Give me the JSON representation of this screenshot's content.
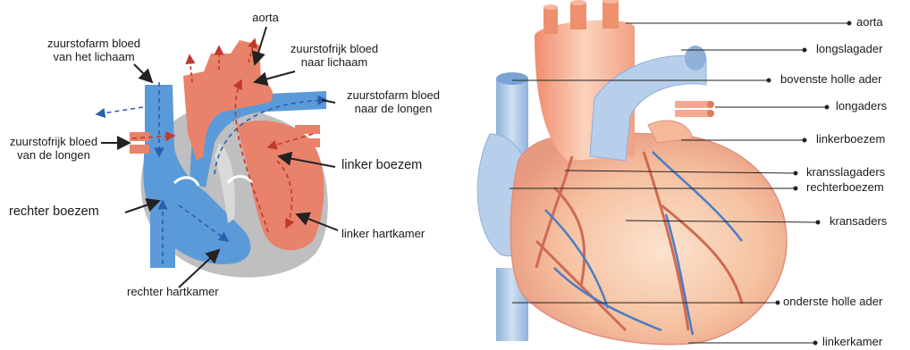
{
  "left_diagram": {
    "labels": {
      "aorta": "aorta",
      "deoxy_from_body_1": "zuurstofarm bloed",
      "deoxy_from_body_2": "van het lichaam",
      "oxy_to_body_1": "zuurstofrijk bloed",
      "oxy_to_body_2": "naar lichaam",
      "deoxy_to_lungs_1": "zuurstofarm bloed",
      "deoxy_to_lungs_2": "naar de longen",
      "oxy_from_lungs_1": "zuurstofrijk bloed",
      "oxy_from_lungs_2": "van de longen",
      "left_atrium": "linker boezem",
      "right_atrium": "rechter boezem",
      "left_ventricle": "linker hartkamer",
      "right_ventricle": "rechter hartkamer"
    }
  },
  "right_diagram": {
    "labels": {
      "aorta": "aorta",
      "pulmonary_artery": "longslagader",
      "superior_vena_cava": "bovenste holle ader",
      "pulmonary_veins": "longaders",
      "left_atrium": "linkerboezem",
      "coronary_arteries": "kransslagaders",
      "right_atrium": "rechterboezem",
      "coronary_veins": "kransaders",
      "inferior_vena_cava": "onderste holle ader",
      "left_ventricle": "linkerkamer"
    }
  },
  "colors": {
    "oxygenated": "#e8826a",
    "deoxygenated": "#5b9ad8",
    "heart_light": "#f7c6a8",
    "vein_blue": "#a9c6e6"
  }
}
